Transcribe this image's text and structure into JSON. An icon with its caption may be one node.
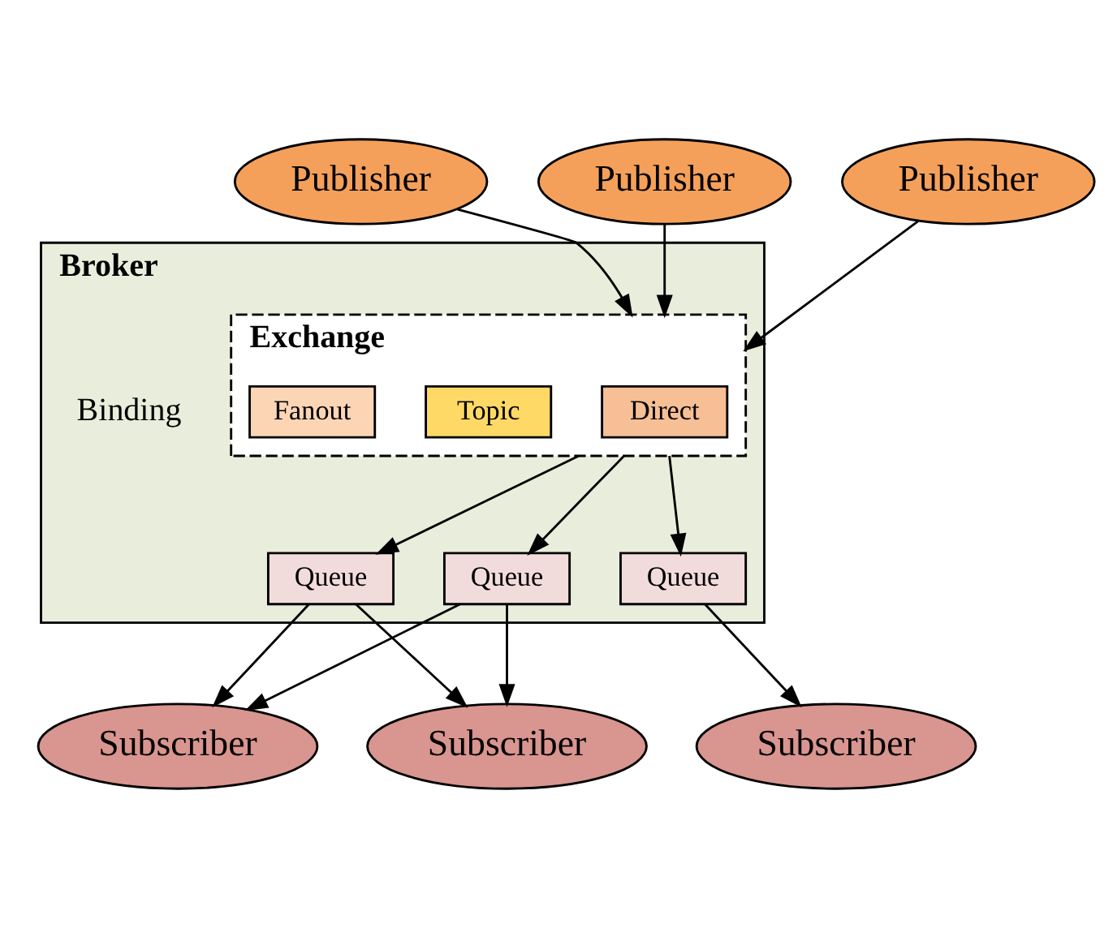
{
  "diagram": {
    "nodes": [
      {
        "text": [
          "Publisher"
        ]
      },
      {
        "text": [
          "Publisher"
        ]
      },
      {
        "text": [
          "Publisher"
        ]
      },
      {
        "text": [
          "Broker"
        ]
      },
      {
        "text": [
          "Exchange"
        ],
        "in": 3
      },
      {
        "text": [
          "Direct"
        ],
        "in": 4
      },
      {
        "text": [
          "Topic"
        ],
        "in": 4
      },
      {
        "text": [
          "Fanout"
        ],
        "in": 4
      },
      {
        "text": [
          "Queue"
        ],
        "in": 3
      },
      {
        "text": [
          "Queue"
        ],
        "in": 3
      },
      {
        "text": [
          "Queue"
        ],
        "in": 3
      },
      {
        "text": [
          "Subscriber"
        ]
      },
      {
        "text": [
          "Subscriber"
        ]
      },
      {
        "text": [
          "Subscriber"
        ]
      }
    ],
    "edges": [
      {
        "from": 0,
        "to": 4,
        "arrow": "to"
      },
      {
        "from": 1,
        "to": 4,
        "arrow": "to"
      },
      {
        "from": 2,
        "to": 4,
        "arrow": "to"
      },
      {
        "from": 4,
        "to": 8,
        "arrow": "to"
      },
      {
        "from": 4,
        "to": 9,
        "arrow": "to"
      },
      {
        "from": 4,
        "to": 10,
        "arrow": "to"
      },
      {
        "from": 8,
        "to": 11,
        "arrow": "to"
      },
      {
        "from": 8,
        "to": 13,
        "arrow": "to"
      },
      {
        "from": 9,
        "to": 12,
        "arrow": "to"
      },
      {
        "from": 10,
        "to": 11,
        "arrow": "to"
      },
      {
        "from": 10,
        "to": 13,
        "arrow": "to"
      }
    ],
    "labels": [
      "Binding"
    ]
  }
}
